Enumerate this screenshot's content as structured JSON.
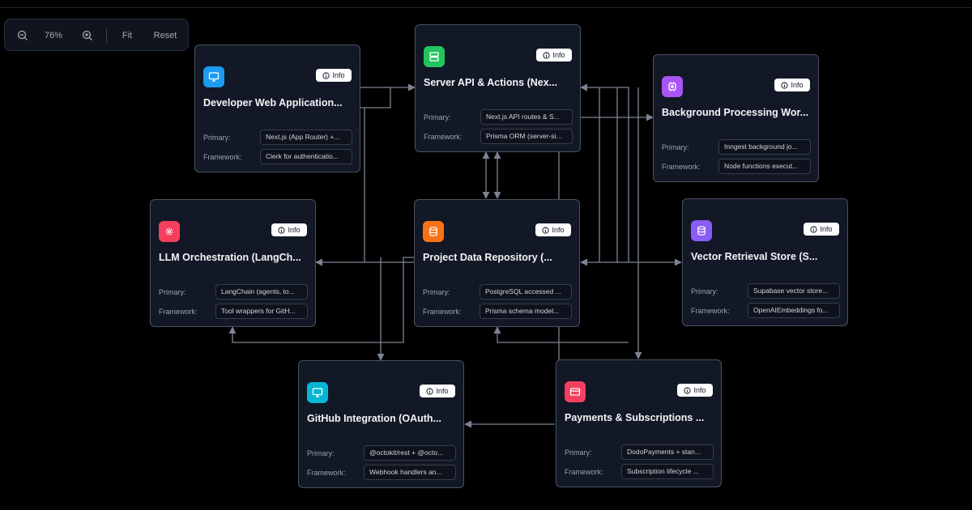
{
  "toolbar": {
    "zoom_out_icon": "zoom-out-icon",
    "zoom_level": "76%",
    "zoom_in_icon": "zoom-in-icon",
    "fit_label": "Fit",
    "reset_label": "Reset"
  },
  "info_label": "Info",
  "primary_label": "Primary:",
  "framework_label": "Framework:",
  "nodes": [
    {
      "id": "web",
      "title": "Developer Web Application...",
      "primary": "Next.js (App Router) +...",
      "framework": "Clerk for authenticatio...",
      "icon": "monitor-icon",
      "color": "#1d9bf0"
    },
    {
      "id": "api",
      "title": "Server API & Actions (Nex...",
      "primary": "Next.js API routes & S...",
      "framework": "Prisma ORM (server-si...",
      "icon": "server-icon",
      "color": "#22c55e"
    },
    {
      "id": "bg",
      "title": "Background Processing Wor...",
      "primary": "Inngest background jo...",
      "framework": "Node functions execut...",
      "icon": "cpu-icon",
      "color": "#a855f7"
    },
    {
      "id": "llm",
      "title": "LLM Orchestration (LangCh...",
      "primary": "LangChain (agents, to...",
      "framework": "Tool wrappers for GitH...",
      "icon": "gear-icon",
      "color": "#f43f5e"
    },
    {
      "id": "repo",
      "title": "Project Data Repository (...",
      "primary": "PostgreSQL accessed ...",
      "framework": "Prisma schema model...",
      "icon": "database-icon",
      "color": "#f97316"
    },
    {
      "id": "vec",
      "title": "Vector Retrieval Store (S...",
      "primary": "Supabase vector store...",
      "framework": "OpenAIEmbeddings fo...",
      "icon": "database-icon",
      "color": "#8b5cf6"
    },
    {
      "id": "gh",
      "title": "GitHub Integration (OAuth...",
      "primary": "@octokit/rest + @octo...",
      "framework": "Webhook handlers an...",
      "icon": "monitor-icon",
      "color": "#06b6d4"
    },
    {
      "id": "pay",
      "title": "Payments & Subscriptions ...",
      "primary": "DodoPayments + stan...",
      "framework": "Subscription lifecycle ...",
      "icon": "credit-card-icon",
      "color": "#f43f5e"
    }
  ],
  "colors": {
    "background": "#000000",
    "node_bg": "#121826",
    "node_border": "#4b5260",
    "edge": "#7c8494"
  }
}
